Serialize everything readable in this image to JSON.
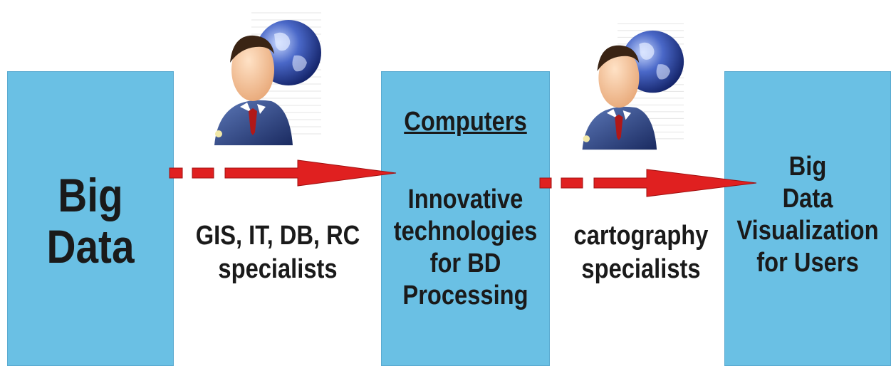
{
  "nodes": {
    "big_data": {
      "lines": [
        "Big",
        "Data"
      ]
    },
    "computers": {
      "heading": "Computers",
      "lines": [
        "Innovative",
        "technologies",
        "for BD",
        "Processing"
      ]
    },
    "visualization": {
      "lines": [
        "Big",
        "Data",
        "Visualization",
        "for Users"
      ]
    }
  },
  "edges": {
    "first": {
      "lines": [
        "GIS, IT, DB, RC",
        "specialists"
      ]
    },
    "second": {
      "lines": [
        "cartography",
        "specialists"
      ]
    }
  },
  "icons": [
    "specialist-globe-icon",
    "specialist-globe-icon"
  ],
  "colors": {
    "box": "#6ac0e4",
    "arrow": "#e02020",
    "text": "#1a1a1a"
  }
}
